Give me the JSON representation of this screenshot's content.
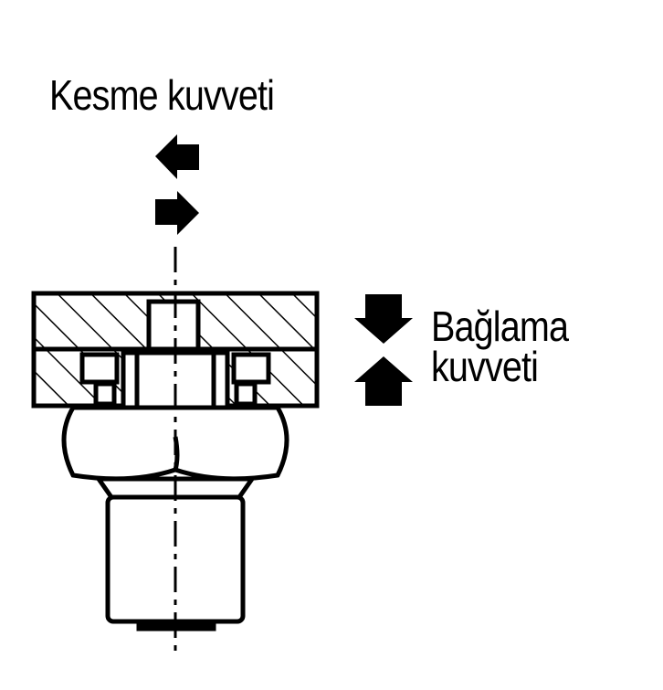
{
  "labels": {
    "shear_force": "Kesme kuvveti",
    "clamping_force_line1": "Bağlama",
    "clamping_force_line2": "kuvveti"
  },
  "colors": {
    "ink": "#000000",
    "background": "#ffffff"
  },
  "icons": {
    "shear_left": "arrow-left-icon",
    "shear_right": "arrow-right-icon",
    "clamp_down": "arrow-down-icon",
    "clamp_up": "arrow-up-icon"
  }
}
